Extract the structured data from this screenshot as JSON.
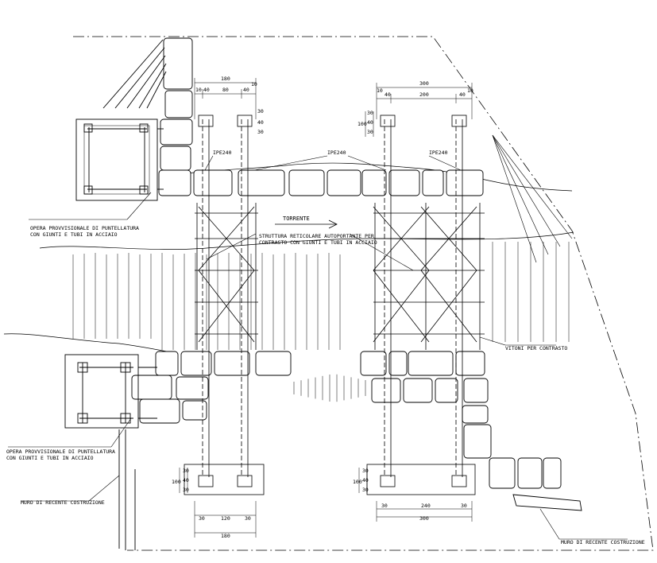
{
  "labels": {
    "opera_top_1": "OPERA PROVVISIONALE DI PUNTELLATURA",
    "opera_top_2": "CON GIUNTI E TUBI IN ACCIAIO",
    "opera_bot_1": "OPERA PROVVISIONALE DI PUNTELLATURA",
    "opera_bot_2": "CON GIUNTI E TUBI IN ACCIAIO",
    "muro_left": "MURO DI RECENTE COSTRUZIONE",
    "muro_right": "MURO DI RECENTE COSTRUZIONE",
    "torrente": "TORRENTE",
    "struttura_1": "STRUTTURA RETICOLARE AUTOPORTANTE PER",
    "struttura_2": "CONTRASTO CON GIUNTI E TUBI IN ACCIAIO",
    "vitoni": "VITONI PER CONTRASTO",
    "ipe_left": "IPE240",
    "ipe_center": "IPE240",
    "ipe_right": "IPE240"
  },
  "dimensions": {
    "left_top_total": "180",
    "left_top_a": "10",
    "left_top_b": "40",
    "left_top_c": "80",
    "left_top_d": "40",
    "left_top_e": "10",
    "left_side_1": "30",
    "left_side_2": "40",
    "left_side_3": "30",
    "right_top_total": "300",
    "right_top_a": "40",
    "right_top_b": "200",
    "right_top_c": "40",
    "right_top_d": "10",
    "right_top_e": "10",
    "right_side_total": "100",
    "right_side_1": "30",
    "right_side_2": "40",
    "right_side_3": "30",
    "left_bot_side_total": "100",
    "left_bot_side_1": "30",
    "left_bot_side_2": "40",
    "left_bot_side_3": "30",
    "left_bot_a": "30",
    "left_bot_b": "120",
    "left_bot_c": "30",
    "left_bot_total": "180",
    "right_bot_side_total": "100",
    "right_bot_side_1": "30",
    "right_bot_side_2": "40",
    "right_bot_side_3": "30",
    "right_bot_a": "30",
    "right_bot_b": "240",
    "right_bot_c": "30",
    "right_bot_total": "300"
  },
  "colors": {
    "ink": "#000000",
    "stone_fill": "#ffffff"
  }
}
